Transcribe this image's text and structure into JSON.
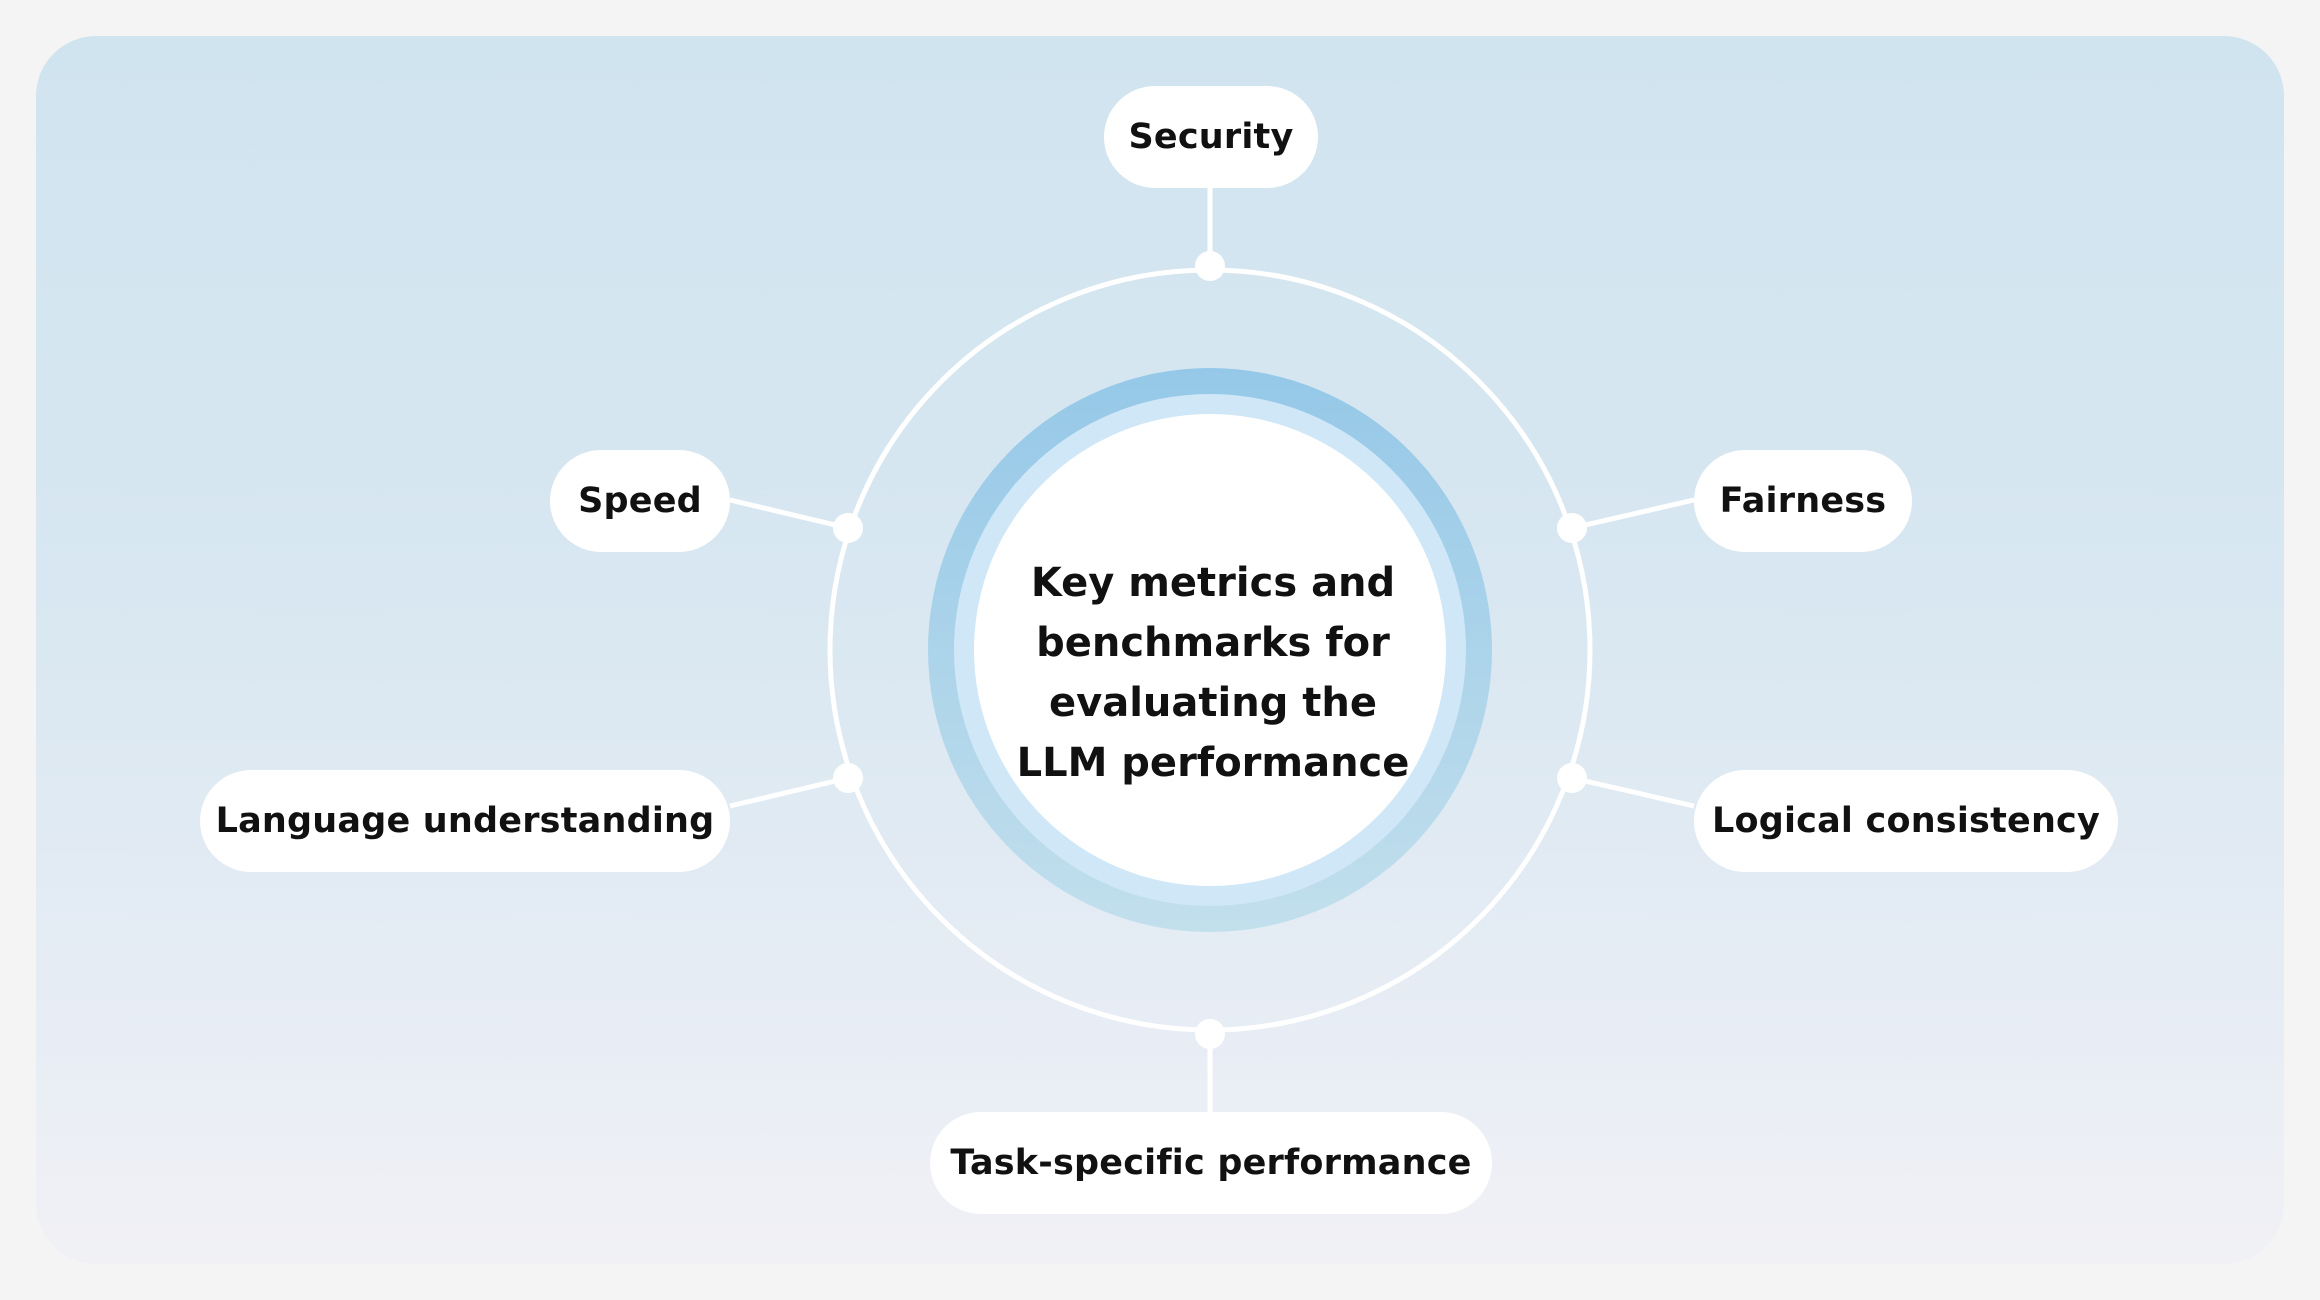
{
  "center": {
    "title": "Key metrics and benchmarks for evaluating the LLM performance"
  },
  "metrics": [
    {
      "label": "Security"
    },
    {
      "label": "Speed"
    },
    {
      "label": "Fairness"
    },
    {
      "label": "Language understanding"
    },
    {
      "label": "Logical consistency"
    },
    {
      "label": "Task-specific performance"
    }
  ],
  "colors": {
    "page_background": "#f4f4f5",
    "panel_top": "#d0e4f0",
    "panel_bottom": "#f1f1f5",
    "outer_ring": "#9ccbe7",
    "inner_ring": "#cfe7f7",
    "connector": "#ffffff",
    "label_fill": "#ffffff",
    "text": "#111111"
  }
}
